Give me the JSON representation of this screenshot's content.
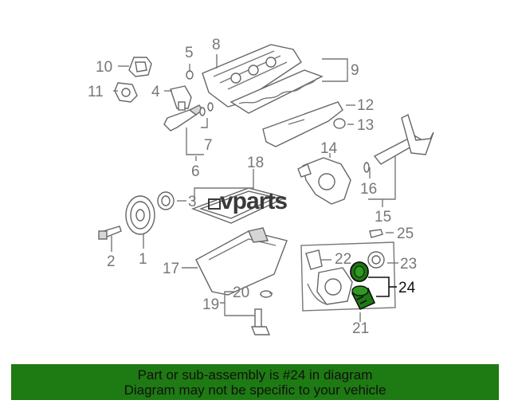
{
  "watermark": "vparts",
  "callouts": [
    "1",
    "2",
    "3",
    "4",
    "5",
    "6",
    "7",
    "8",
    "9",
    "10",
    "11",
    "12",
    "13",
    "14",
    "15",
    "16",
    "17",
    "18",
    "19",
    "20",
    "21",
    "22",
    "23",
    "24",
    "25"
  ],
  "highlighted_part": "24",
  "colors": {
    "highlight": "#1e7a12",
    "banner_bg": "#1e7a12",
    "line": "#777777"
  },
  "footer": {
    "line1": "Part or sub-assembly is #24 in diagram",
    "line2": "Diagram may not be specific to your vehicle"
  }
}
